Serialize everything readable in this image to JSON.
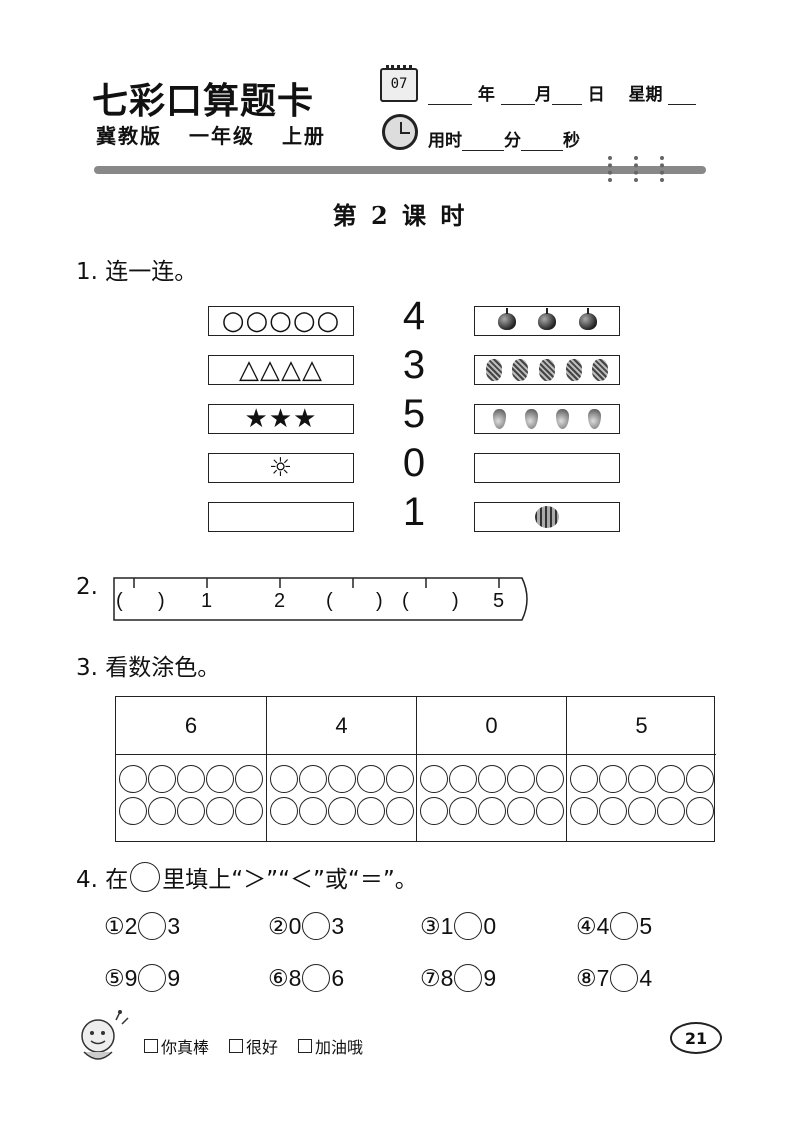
{
  "header": {
    "brand": "七彩口算题卡",
    "edition": "冀教版",
    "grade": "一年级",
    "volume": "上册",
    "calendar_number": "07",
    "year_label": "年",
    "month_label": "月",
    "day_label": "日",
    "weekday_label": "星期",
    "time_used_label": "用时",
    "minute_label": "分",
    "second_label": "秒"
  },
  "lesson_title": "第 2 课 时",
  "q1": {
    "title": "1. 连一连。",
    "rows": [
      {
        "left": "○○○○○",
        "number": "4",
        "right_icon": "apple-icon",
        "right_count": 3
      },
      {
        "left": "△△△△",
        "number": "3",
        "right_icon": "pineapple-icon",
        "right_count": 5
      },
      {
        "left": "★★★",
        "number": "5",
        "right_icon": "pear-icon",
        "right_count": 4
      },
      {
        "left": "☼",
        "number": "0",
        "right_icon": "",
        "right_count": 0
      },
      {
        "left": "",
        "number": "1",
        "right_icon": "watermelon-icon",
        "right_count": 1
      }
    ]
  },
  "q2": {
    "title": "2.",
    "labels": [
      "(",
      ")",
      "1",
      "2",
      "(",
      ")",
      "(",
      ")",
      "5"
    ]
  },
  "q3": {
    "title": "3. 看数涂色。",
    "headers": [
      "6",
      "4",
      "0",
      "5"
    ]
  },
  "q4": {
    "title_pre": "4. 在",
    "title_post": "里填上“＞”“＜”或“＝”。",
    "items": [
      {
        "mark": "①",
        "a": "2",
        "b": "3"
      },
      {
        "mark": "②",
        "a": "0",
        "b": "3"
      },
      {
        "mark": "③",
        "a": "1",
        "b": "0"
      },
      {
        "mark": "④",
        "a": "4",
        "b": "5"
      },
      {
        "mark": "⑤",
        "a": "9",
        "b": "9"
      },
      {
        "mark": "⑥",
        "a": "8",
        "b": "6"
      },
      {
        "mark": "⑦",
        "a": "8",
        "b": "9"
      },
      {
        "mark": "⑧",
        "a": "7",
        "b": "4"
      }
    ]
  },
  "footer": {
    "ratings": [
      "你真棒",
      "很好",
      "加油哦"
    ],
    "page_number": "21"
  }
}
